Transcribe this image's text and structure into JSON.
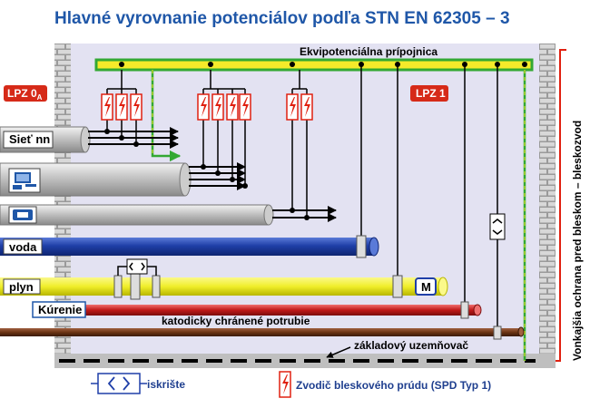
{
  "title": "Hlavné vyrovnanie potenciálov podľa STN EN 62305 – 3",
  "busbar_label": "Ekvipotenciálna prípojnica",
  "zones": {
    "outer": "LPZ 0",
    "outer_sub": "A",
    "inner": "LPZ 1"
  },
  "pipes": {
    "siet": "Sieť nn",
    "voda": "voda",
    "plyn": "plyn",
    "kurenie": "Kúrenie",
    "katodicky": "katodicky chránené potrubie",
    "meter": "M"
  },
  "foundation": "základový uzemňovač",
  "vertical_label": "Vonkajšia ochrana pred bleskom – bleskozvod",
  "legend": {
    "iskriste": "iskrište",
    "spd": "Zvodič bleskového prúdu (SPD Typ 1)"
  },
  "colors": {
    "title": "#1f57a8",
    "room": "#e3e2f2",
    "busbar_yellow": "#f5ea2a",
    "busbar_green": "#33a833",
    "water_blue": "#1f3fa8",
    "gas_yellow": "#f0ee2a",
    "heating_red": "#c01818",
    "cathodic_brown": "#6b3414",
    "lpz_red": "#d62a18",
    "lightning_red": "#e02010"
  }
}
